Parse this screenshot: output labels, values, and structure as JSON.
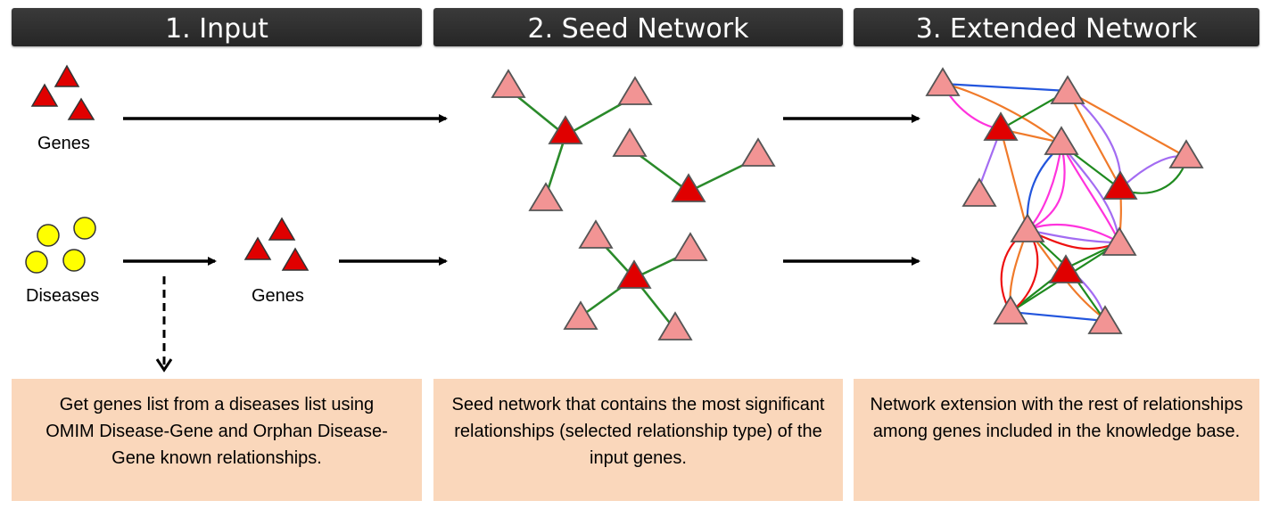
{
  "headers": {
    "input": "1. Input",
    "seed": "2. Seed Network",
    "extended": "3. Extended Network"
  },
  "labels": {
    "genes_top": "Genes",
    "diseases": "Diseases",
    "genes_mid": "Genes"
  },
  "descriptions": {
    "input": "Get genes list from a diseases list using OMIM Disease-Gene and Orphan Disease-Gene known relationships.",
    "seed": "Seed network that contains the most significant relationships (selected relationship type) of the input genes.",
    "extended": "Network extension with the rest of relationships among genes included in the knowledge base."
  },
  "colors": {
    "header_bg": "#2e2e2e",
    "desc_bg": "#fad7bb",
    "gene_input": "#e00000",
    "gene_related": "#f29494",
    "disease": "#ffff00",
    "edge_green": "#1f8a1f",
    "edge_blue": "#2255dd",
    "edge_orange": "#f07a2a",
    "edge_magenta": "#ff33dd",
    "edge_purple": "#a36cf2",
    "edge_red": "#ee1111"
  }
}
